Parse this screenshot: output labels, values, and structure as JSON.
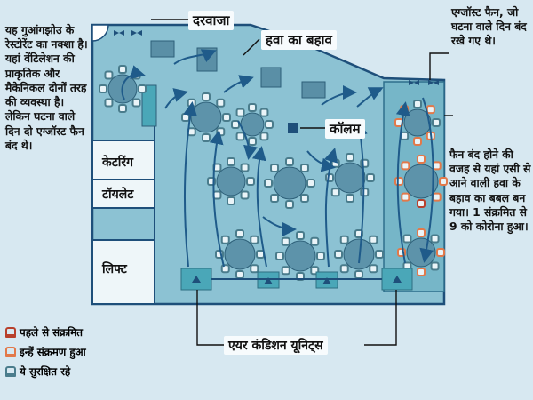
{
  "left_note": "यह गुआंगझोउ के रेस्टोरेंट का नक्शा है। यहां वेंटिलेशन की प्राकृतिक और मैकेनिकल दोनों तरह की व्यवस्था है। लेकिन घटना वाले दिन दो एग्जॉस्ट फैन बंद थे।",
  "fan_note": "एग्जॉस्ट फैन, जो घटना वाले दिन बंद रखे गए थे।",
  "right_note": "फैन बंद होने की वजह से यहां एसी से आने वाली हवा के बहाव का बबल बन गया। 1 संक्रमित से 9 को कोरोना हुआ।",
  "labels": {
    "door": "दरवाजा",
    "airflow": "हवा का बहाव",
    "column": "कॉलम",
    "catering": "केटरिंग",
    "toilet": "टॉयलेट",
    "lift": "लिफ्ट",
    "ac_units": "एयर कंडिशन यूनिट्स"
  },
  "legend": [
    {
      "label": "पहले से संक्रमित",
      "color": "#b8402c"
    },
    {
      "label": "इन्हें संक्रमण हुआ",
      "color": "#e2794a"
    },
    {
      "label": "ये सुरक्षित रहे",
      "color": "#4a7c8c"
    }
  ],
  "colors": {
    "floor": "#8cc2d3",
    "wall": "#1e4f7a",
    "arrow": "#1f5b8a",
    "ac": "#4aa7b8",
    "bubble": "#6fb3c4",
    "infected_first": "#b8402c",
    "infected_later": "#e2794a",
    "safe": "#4a7c8c"
  },
  "icons": {
    "exhaust_fan": "bowtie-fan-icon",
    "chair": "chair-icon",
    "ac_unit": "triangle-ac-icon"
  }
}
